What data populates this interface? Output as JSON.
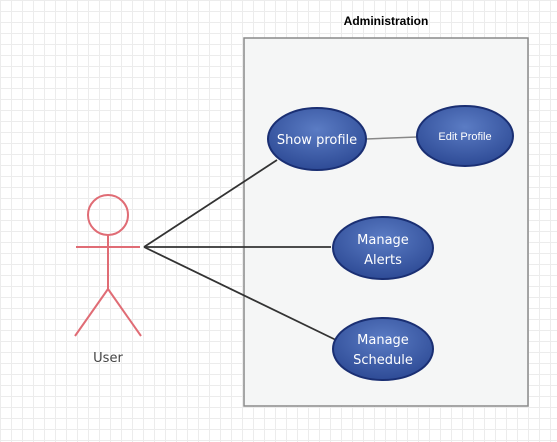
{
  "system": {
    "title": "Administration"
  },
  "actor": {
    "label": "User"
  },
  "use_cases": {
    "show_profile": "Show profile",
    "edit_profile": "Edit Profile",
    "manage_alerts": [
      "Manage",
      "Alerts"
    ],
    "manage_schedule": [
      "Manage",
      "Schedule"
    ]
  },
  "colors": {
    "usecase_fill": "#3b5aa6",
    "usecase_stroke": "#1a2f73",
    "actor": "#e06c75",
    "boundary_fill": "#f5f6f6",
    "boundary_stroke": "#8a8a8a",
    "connector": "#333333",
    "extend_line": "#888888"
  }
}
